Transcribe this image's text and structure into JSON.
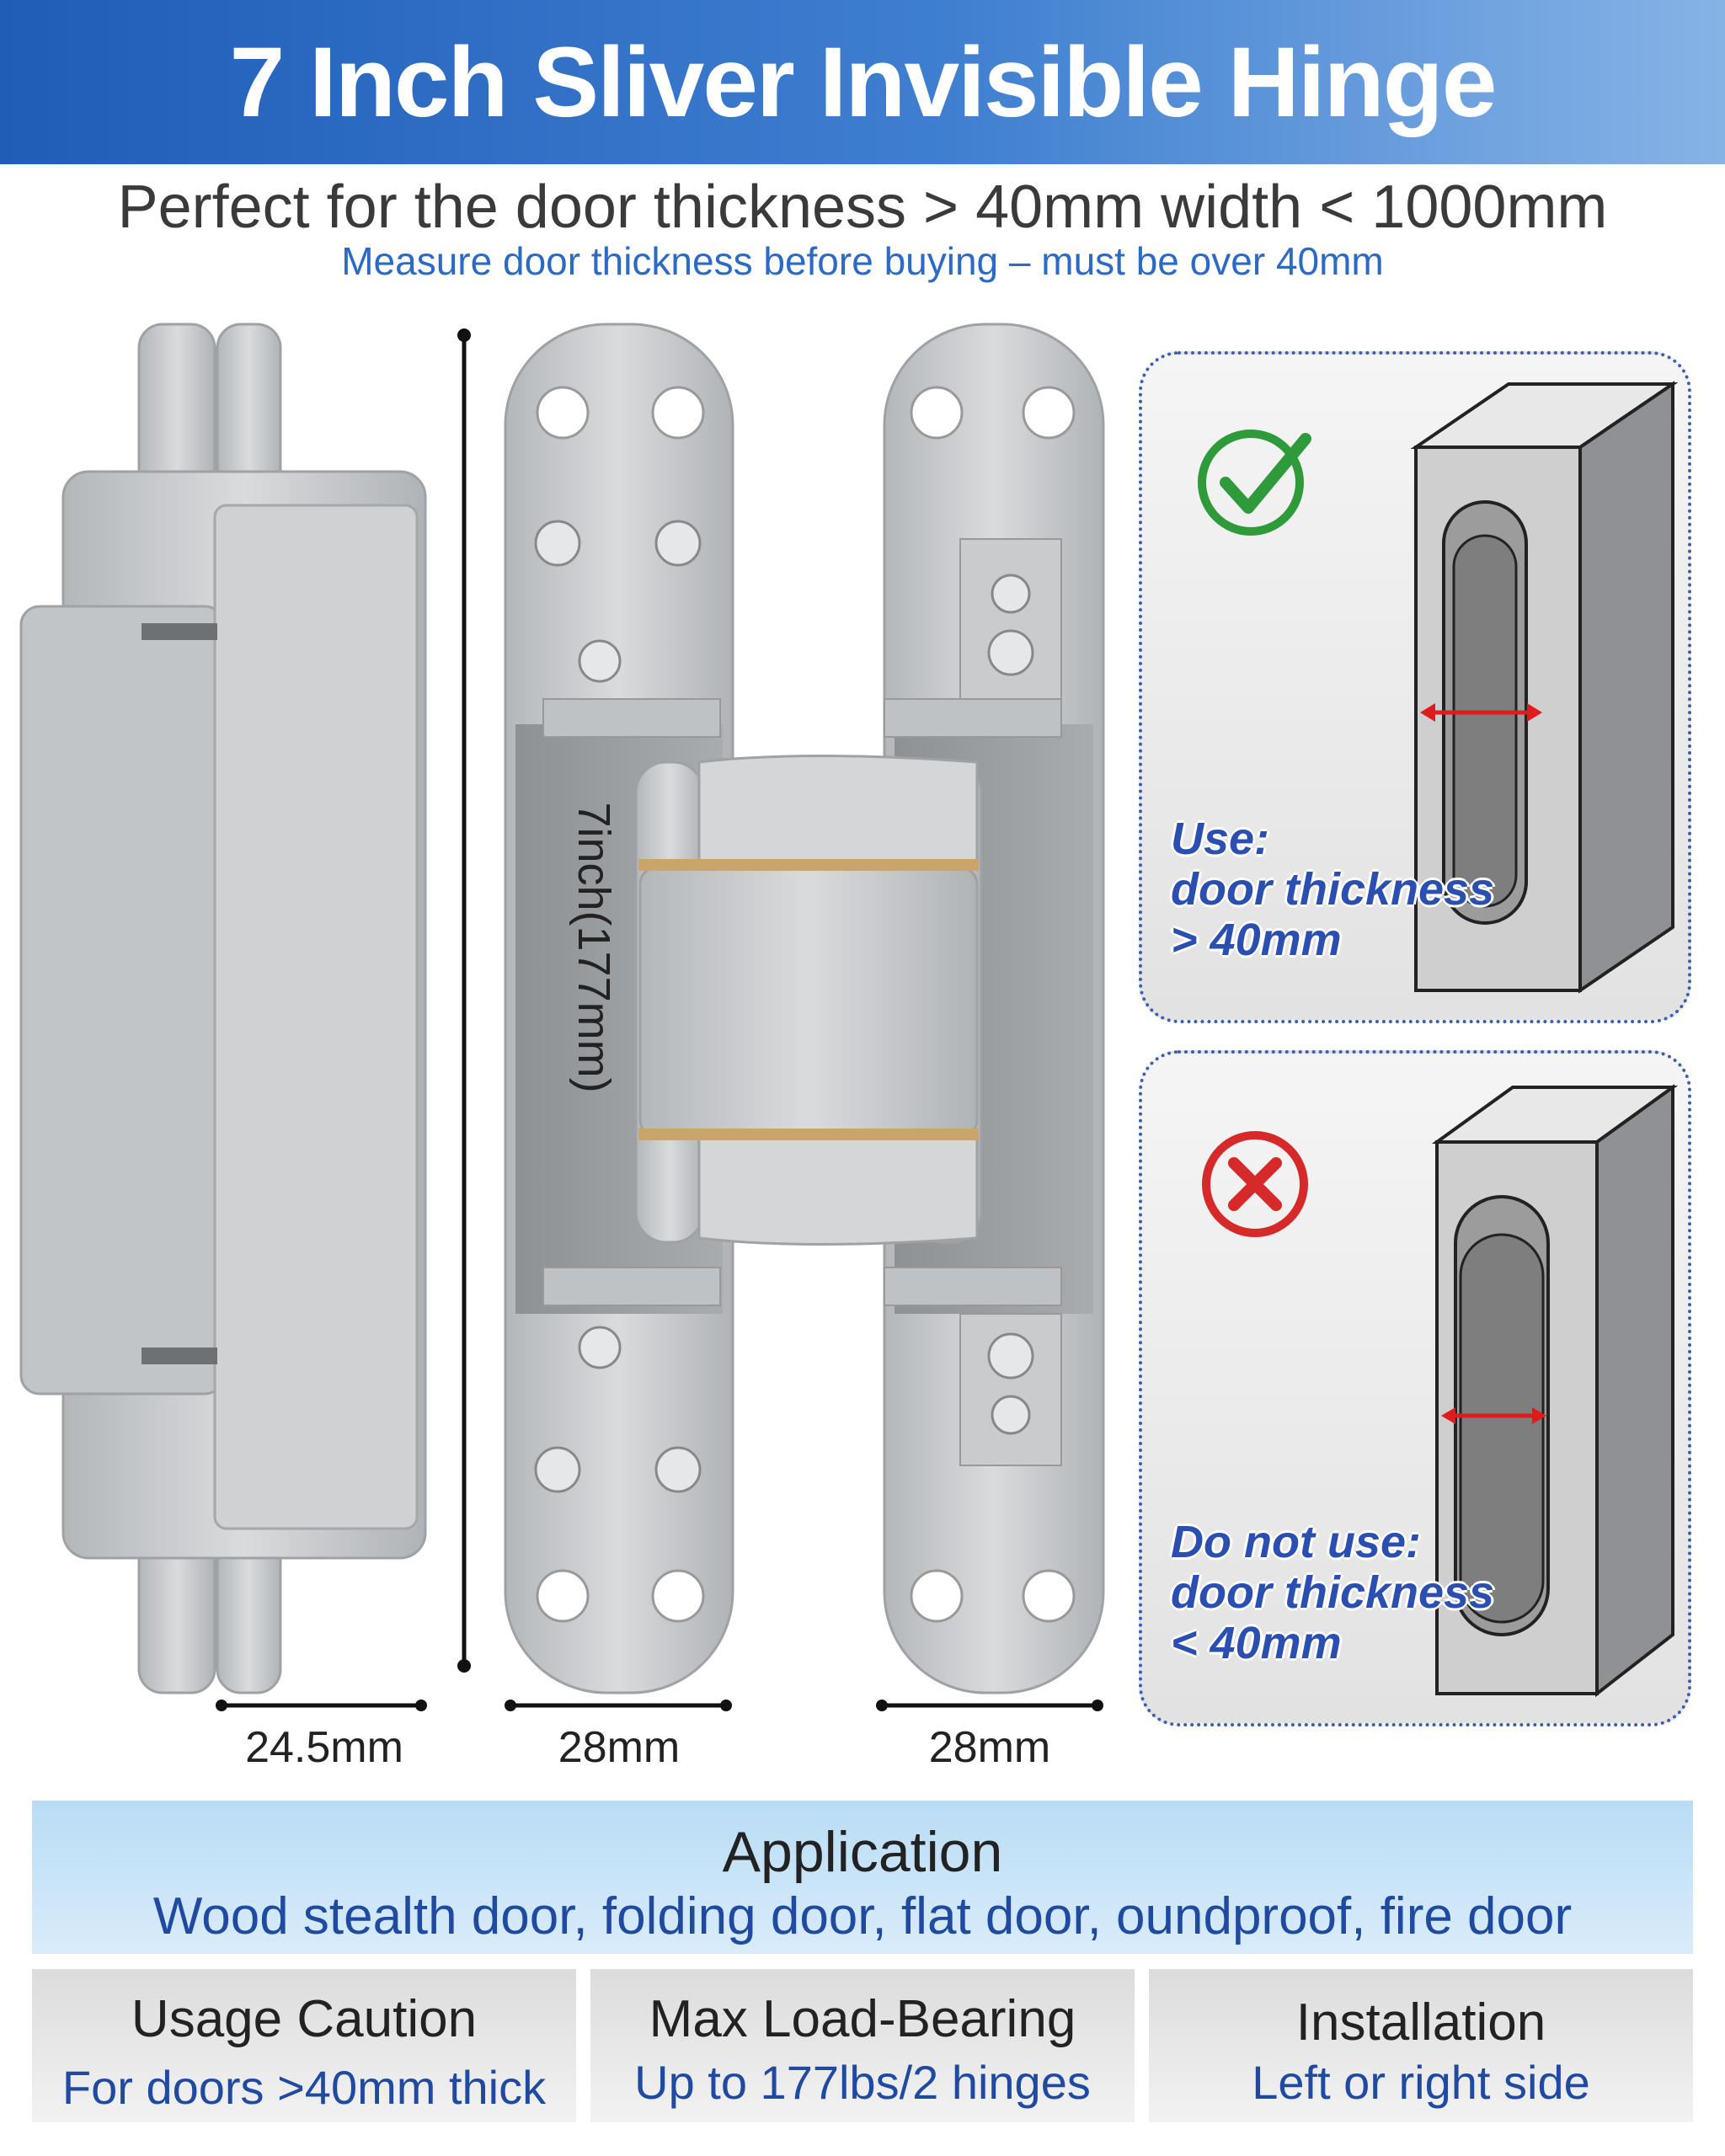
{
  "header": {
    "title": "7 Inch Sliver Invisible Hinge"
  },
  "subtitle": "Perfect for the door thickness > 40mm width < 1000mm",
  "note": "Measure door thickness before buying – must be over 40mm",
  "dimensions": {
    "height": "7inch(177mm)",
    "side_width": "24.5mm",
    "plate_width_left": "28mm",
    "plate_width_right": "28mm"
  },
  "usage_panels": [
    {
      "status": "use",
      "icon": "check-icon",
      "color": "#2e9a3a",
      "line1": "Use:",
      "line2": "door thickness",
      "line3": "> 40mm"
    },
    {
      "status": "do-not-use",
      "icon": "x-icon",
      "color": "#d62a2a",
      "line1": "Do not use:",
      "line2": "door thickness",
      "line3": "< 40mm"
    }
  ],
  "application": {
    "title": "Application",
    "text": "Wood stealth door, folding door, flat door, oundproof, fire door"
  },
  "cards": [
    {
      "title": "Usage Caution",
      "text": "For doors >40mm thick"
    },
    {
      "title": "Max Load-Bearing",
      "text": "Up to 177lbs/2 hinges"
    },
    {
      "title": "Installation",
      "text": "Left or right side"
    }
  ],
  "colors": {
    "banner": "#2f6fc8",
    "accent_text": "#2d6ac4",
    "metal": "#c8cacc"
  }
}
